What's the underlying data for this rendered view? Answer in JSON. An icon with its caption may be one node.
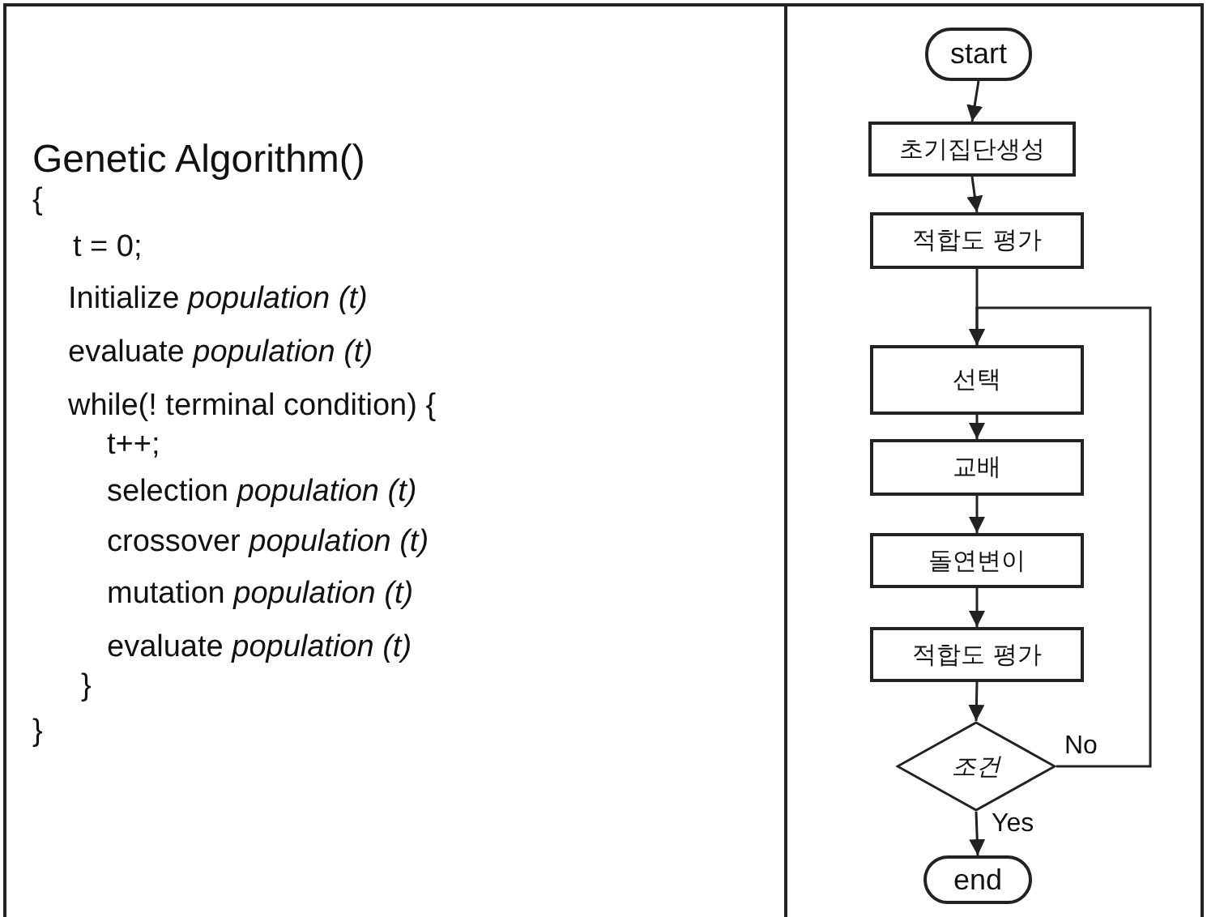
{
  "diagram": {
    "nodes": [
      {
        "text": [
          "start"
        ]
      },
      {
        "text": [
          "초기집단생성"
        ]
      },
      {
        "text": [
          "적합도 평가"
        ]
      },
      {
        "text": [
          "선택"
        ]
      },
      {
        "text": [
          "교배"
        ]
      },
      {
        "text": [
          "돌연변이"
        ]
      },
      {
        "text": [
          "적합도 평가"
        ]
      },
      {
        "text": [
          "조건"
        ]
      },
      {
        "text": [
          "end"
        ]
      }
    ],
    "edges": [
      {
        "from": 0,
        "to": 1,
        "arrow": "to"
      },
      {
        "from": 1,
        "to": 2,
        "arrow": "to"
      },
      {
        "from": 2,
        "to": 3,
        "arrow": "to"
      },
      {
        "from": 3,
        "to": 4,
        "arrow": "to"
      },
      {
        "from": 4,
        "to": 5,
        "arrow": "to"
      },
      {
        "from": 5,
        "to": 6,
        "arrow": "to"
      },
      {
        "from": 6,
        "to": 7,
        "arrow": "to"
      },
      {
        "from": 7,
        "to": 3,
        "arrow": "to",
        "label": "No"
      },
      {
        "from": 7,
        "to": 8,
        "arrow": "to",
        "label": "Yes"
      }
    ],
    "labels": [
      "Genetic Algorithm()",
      "{",
      "t = 0;",
      "Initialize *population (t)*",
      "evaluate *population (t)*",
      "while(! terminal condition) {",
      "t++;",
      "selection *population (t)*",
      "crossover *population (t)*",
      "mutation *population (t)*",
      "evaluate *population (t)*",
      "}",
      "}"
    ]
  }
}
